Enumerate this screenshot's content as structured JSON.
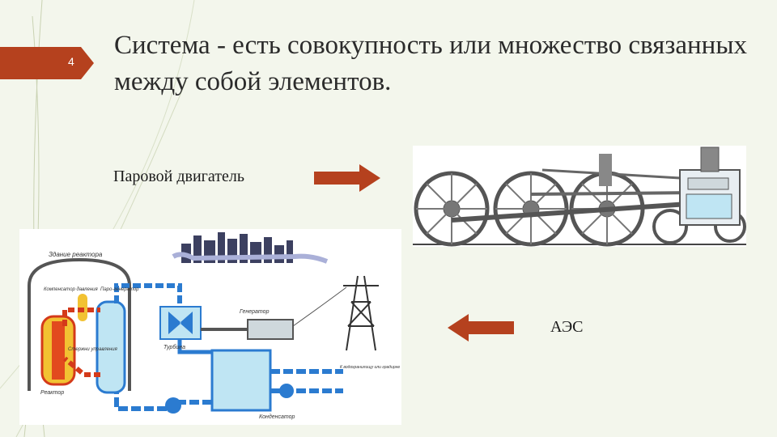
{
  "slide": {
    "number": "4",
    "title": "Система - есть совокупность или множество связанных между собой элементов.",
    "label_steam": "Паровой двигатель",
    "label_npp": "АЭС"
  },
  "npp_diagram": {
    "building": "Здание реактора",
    "compensator": "Компенсатор давления",
    "steam_generator": "Паро-генератор",
    "rods": "Стержни управления",
    "reactor": "Реактор",
    "turbine": "Турбина",
    "generator": "Генератор",
    "condenser": "Конденсатор",
    "reservoir": "К водохранилищу или градирне"
  },
  "colors": {
    "accent": "#b5411e",
    "arrow": "#b5411e",
    "background": "#f3f6ec"
  }
}
